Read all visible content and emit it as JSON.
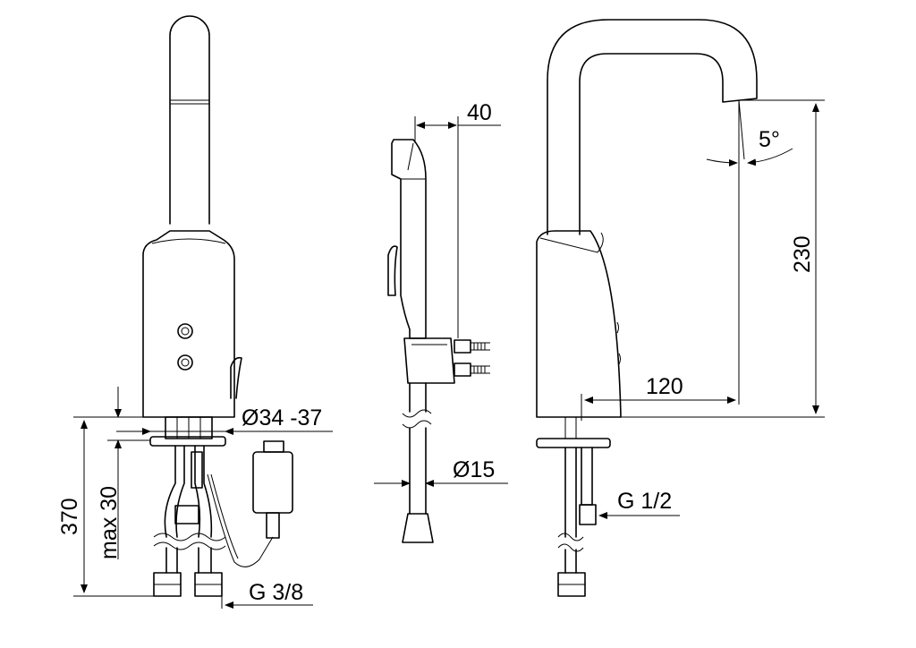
{
  "drawing": {
    "line_color": "#000000",
    "background": "#ffffff",
    "labels": {
      "width_40": "40",
      "angle_5": "5°",
      "height_230": "230",
      "reach_120": "120",
      "dia_34_37": "Ø34 -37",
      "dia_15": "Ø15",
      "height_370": "370",
      "max_30": "max 30",
      "thread_g12": "G 1/2",
      "thread_g38": "G 3/8"
    }
  }
}
